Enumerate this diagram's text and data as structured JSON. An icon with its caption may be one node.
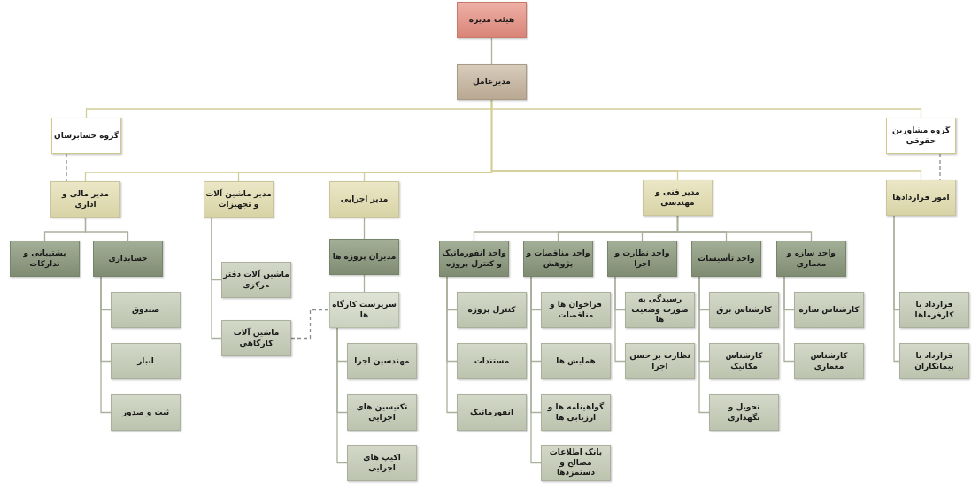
{
  "diagram": {
    "nodes": [
      {
        "text": [
          "هیئت مدیره"
        ]
      },
      {
        "text": [
          "مدیرعامل"
        ]
      },
      {
        "text": [
          "گروه حسابرسان"
        ]
      },
      {
        "text": [
          "گروه مشاورین حقوقی"
        ]
      },
      {
        "text": [
          "مدیر مالی و اداری"
        ]
      },
      {
        "text": [
          "مدیر ماشین آلات و تجهیزات"
        ]
      },
      {
        "text": [
          "مدیر اجرایی"
        ]
      },
      {
        "text": [
          "مدیر فنی و مهندسی"
        ]
      },
      {
        "text": [
          "امور قراردادها"
        ]
      },
      {
        "text": [
          "پشتیبانی و تدارکات"
        ]
      },
      {
        "text": [
          "حسابداری"
        ]
      },
      {
        "text": [
          "مدیران پروژه ها"
        ]
      },
      {
        "text": [
          "واحد انفورماتیک و کنترل پروژه"
        ]
      },
      {
        "text": [
          "واحد مناقصات و پژوهش"
        ]
      },
      {
        "text": [
          "واحد نظارت و اجرا"
        ]
      },
      {
        "text": [
          "واحد تأسیسات"
        ]
      },
      {
        "text": [
          "واحد سازه و معماری"
        ]
      },
      {
        "text": [
          "صندوق"
        ]
      },
      {
        "text": [
          "انبار"
        ]
      },
      {
        "text": [
          "ثبت و صدور"
        ]
      },
      {
        "text": [
          "ماشین آلات دفتر مرکزی"
        ]
      },
      {
        "text": [
          "ماشین آلات کارگاهی"
        ]
      },
      {
        "text": [
          "سرپرست کارگاه ها"
        ]
      },
      {
        "text": [
          "مهندسین اجرا"
        ]
      },
      {
        "text": [
          "تکنیسین های اجرایی"
        ]
      },
      {
        "text": [
          "اکیپ های اجرایی"
        ]
      },
      {
        "text": [
          "کنترل پروژه"
        ]
      },
      {
        "text": [
          "مستندات"
        ]
      },
      {
        "text": [
          "انفورماتیک"
        ]
      },
      {
        "text": [
          "فراخوان ها و مناقصات"
        ]
      },
      {
        "text": [
          "همایش ها"
        ]
      },
      {
        "text": [
          "گواهینامه ها و ارزیابی ها"
        ]
      },
      {
        "text": [
          "بانک اطلاعات مصالح و دستمزدها"
        ]
      },
      {
        "text": [
          "رسیدگی به صورت وضعیت ها"
        ]
      },
      {
        "text": [
          "نظارت بر حسن اجرا"
        ]
      },
      {
        "text": [
          "کارشناس برق"
        ]
      },
      {
        "text": [
          "کارشناس مکانیک"
        ]
      },
      {
        "text": [
          "تحویل و نگهداری"
        ]
      },
      {
        "text": [
          "کارشناس سازه"
        ]
      },
      {
        "text": [
          "کارشناس معماری"
        ]
      },
      {
        "text": [
          "قرارداد با کارفرماها"
        ]
      },
      {
        "text": [
          "قرارداد با پیمانکاران"
        ]
      }
    ],
    "edges": [
      {
        "from": 0,
        "to": 1,
        "arrow": "none"
      },
      {
        "from": 1,
        "to": 2,
        "arrow": "none",
        "color": "#d2cd96"
      },
      {
        "from": 1,
        "to": 3,
        "arrow": "none",
        "color": "#d2cd96"
      },
      {
        "from": 1,
        "to": 4,
        "arrow": "none",
        "color": "#d2cd96"
      },
      {
        "from": 1,
        "to": 5,
        "arrow": "none",
        "color": "#d2cd96"
      },
      {
        "from": 1,
        "to": 6,
        "arrow": "none",
        "color": "#d2cd96"
      },
      {
        "from": 1,
        "to": 7,
        "arrow": "none",
        "color": "#d2cd96"
      },
      {
        "from": 1,
        "to": 8,
        "arrow": "none",
        "color": "#d2cd96"
      },
      {
        "from": 2,
        "to": 4,
        "arrow": "none",
        "style": "dashed",
        "color": "#8c8c8c"
      },
      {
        "from": 3,
        "to": 8,
        "arrow": "none",
        "style": "dashed",
        "color": "#8c8c8c"
      },
      {
        "from": 4,
        "to": 9,
        "arrow": "none"
      },
      {
        "from": 4,
        "to": 10,
        "arrow": "none"
      },
      {
        "from": 5,
        "to": 20,
        "arrow": "none"
      },
      {
        "from": 5,
        "to": 21,
        "arrow": "none"
      },
      {
        "from": 6,
        "to": 11,
        "arrow": "none"
      },
      {
        "from": 11,
        "to": 22,
        "arrow": "none"
      },
      {
        "from": 21,
        "to": 22,
        "arrow": "none",
        "style": "dashed",
        "color": "#8c8c8c"
      },
      {
        "from": 22,
        "to": 23,
        "arrow": "none"
      },
      {
        "from": 22,
        "to": 24,
        "arrow": "none"
      },
      {
        "from": 22,
        "to": 25,
        "arrow": "none"
      },
      {
        "from": 10,
        "to": 17,
        "arrow": "none"
      },
      {
        "from": 10,
        "to": 18,
        "arrow": "none"
      },
      {
        "from": 10,
        "to": 19,
        "arrow": "none"
      },
      {
        "from": 7,
        "to": 12,
        "arrow": "none"
      },
      {
        "from": 7,
        "to": 13,
        "arrow": "none"
      },
      {
        "from": 7,
        "to": 14,
        "arrow": "none"
      },
      {
        "from": 7,
        "to": 15,
        "arrow": "none"
      },
      {
        "from": 7,
        "to": 16,
        "arrow": "none"
      },
      {
        "from": 12,
        "to": 26,
        "arrow": "none"
      },
      {
        "from": 12,
        "to": 27,
        "arrow": "none"
      },
      {
        "from": 12,
        "to": 28,
        "arrow": "none"
      },
      {
        "from": 13,
        "to": 29,
        "arrow": "none"
      },
      {
        "from": 13,
        "to": 30,
        "arrow": "none"
      },
      {
        "from": 13,
        "to": 31,
        "arrow": "none"
      },
      {
        "from": 13,
        "to": 32,
        "arrow": "none"
      },
      {
        "from": 14,
        "to": 33,
        "arrow": "none"
      },
      {
        "from": 14,
        "to": 34,
        "arrow": "none"
      },
      {
        "from": 15,
        "to": 35,
        "arrow": "none"
      },
      {
        "from": 15,
        "to": 36,
        "arrow": "none"
      },
      {
        "from": 15,
        "to": 37,
        "arrow": "none"
      },
      {
        "from": 16,
        "to": 38,
        "arrow": "none"
      },
      {
        "from": 16,
        "to": 39,
        "arrow": "none"
      },
      {
        "from": 8,
        "to": 40,
        "arrow": "none"
      },
      {
        "from": 8,
        "to": 41,
        "arrow": "none"
      }
    ]
  }
}
